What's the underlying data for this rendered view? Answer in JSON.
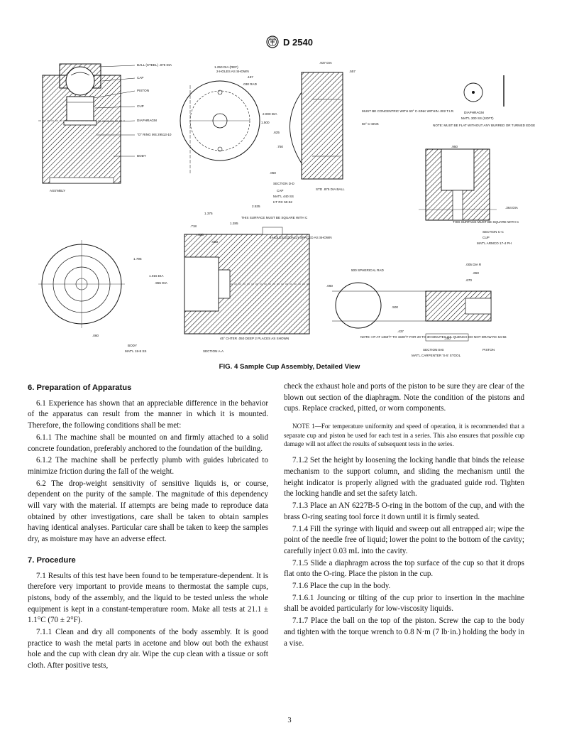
{
  "header": {
    "logo": "ASTM",
    "designation": "D 2540"
  },
  "figure": {
    "callouts": [
      "BALL (STEEL) .875 DIA",
      "CAP",
      "PISTON",
      "CUP",
      "DIAPHRAGM",
      "\"O\" RING MS 29513-10",
      "BODY"
    ],
    "assembly_label": "ASS'MBLY",
    "labels": {
      "section_dd": "SECTION D-D",
      "cap_title": "CAP",
      "cap_matl": "MAT'L 440 SS",
      "cap_hardness": "HT RC 50-52",
      "diaphragm_title": "DIAPHRAGM",
      "diaphragm_matl": "MAT'L 300 SS (SOFT)",
      "diaphragm_note": "NOTE: MUST BE FLAT WITHOUT ANY BURRED OR TURNED EDGE",
      "section_cc": "SECTION C-C",
      "cup_title": "CUP",
      "cup_matl": "MAT'L ARMCO 17-4 PH",
      "body_title": "BODY",
      "body_matl": "MAT'L 18-8 SS",
      "section_aa": "SECTION A-A",
      "section_bb": "SECTION B-B",
      "piston_title": "PISTON",
      "piston_matl": "MAT'L CARPENTER 'S-5' STOOL",
      "piston_note": "NOTE: HT AT 1450°F TO 1500°F FOR 20 TO 30 MINUTES OIL QUENCH DO NOT DRAW RC 54-56",
      "concentric_note": "MUST BE CONCENTRIC WITH 60° C-SINK WITHIN .002 T.I.R.",
      "square_note": "THIS SURFACE MUST BE SQUARE WITH C",
      "spherical_rad": "500 SPHERICAL RAD",
      "holes_note": "2-HOLES AS SHOWN",
      "four_holes": "4-HOLES EQUALLY SPACED AS SHOWN",
      "chfer_note": "45° CHTER .050 DEEP 2 PLACES AS SHOWN",
      "ball_dia": "STD .875 DIA BALL",
      "csink": "60° C-SINK",
      "dims": [
        "1.250 DIA (REF)",
        ".937 DIA",
        ".557",
        ".187",
        ".030 RAD",
        "2.000 DIA",
        "1.500",
        ".625",
        ".750",
        ".050",
        ".093",
        "2.535",
        "1.375",
        "1.285",
        ".718",
        ".620",
        ".955 DIA",
        "1.795",
        "1.015 DIA",
        ".250",
        ".670",
        ".500",
        ".437",
        ".364 DIA",
        ".005 DIA R",
        ".650",
        ".060",
        ".950"
      ]
    },
    "caption": "FIG. 4 Sample Cup Assembly, Detailed View"
  },
  "sections": {
    "prep_heading": "6. Preparation of Apparatus",
    "p6_1": "6.1 Experience has shown that an appreciable difference in the behavior of the apparatus can result from the manner in which it is mounted. Therefore, the following conditions shall be met:",
    "p6_1_1": "6.1.1 The machine shall be mounted on and firmly attached to a solid concrete foundation, preferably anchored to the foundation of the building.",
    "p6_1_2": "6.1.2 The machine shall be perfectly plumb with guides lubricated to minimize friction during the fall of the weight.",
    "p6_2": "6.2 The drop-weight sensitivity of sensitive liquids is, or course, dependent on the purity of the sample. The magnitude of this dependency will vary with the material. If attempts are being made to reproduce data obtained by other investigations, care shall be taken to obtain samples having identical analyses. Particular care shall be taken to keep the samples dry, as moisture may have an adverse effect.",
    "proc_heading": "7. Procedure",
    "p7_1": "7.1 Results of this test have been found to be temperature-dependent. It is therefore very important to provide means to thermostat the sample cups, pistons, body of the assembly, and the liquid to be tested unless the whole equipment is kept in a constant-temperature room. Make all tests at 21.1 ± 1.1°C (70 ± 2°F).",
    "p7_1_1": "7.1.1 Clean and dry all components of the body assembly. It is good practice to wash the metal parts in acetone and blow out both the exhaust hole and the cup with clean dry air. Wipe the cup clean with a tissue or soft cloth. After positive tests,",
    "p7_1_1_cont": "check the exhaust hole and ports of the piston to be sure they are clear of the blown out section of the diaphragm. Note the condition of the pistons and cups. Replace cracked, pitted, or worn components.",
    "note1": "NOTE 1—For temperature uniformity and speed of operation, it is recommended that a separate cup and piston be used for each test in a series. This also ensures that possible cup damage will not affect the results of subsequent tests in the series.",
    "p7_1_2": "7.1.2 Set the height by loosening the locking handle that binds the release mechanism to the support column, and sliding the mechanism until the height indicator is properly aligned with the graduated guide rod. Tighten the locking handle and set the safety latch.",
    "p7_1_3": "7.1.3 Place an AN 6227B-5 O-ring in the bottom of the cup, and with the brass O-ring seating tool force it down until it is firmly seated.",
    "p7_1_4": "7.1.4 Fill the syringe with liquid and sweep out all entrapped air; wipe the point of the needle free of liquid; lower the point to the bottom of the cavity; carefully inject 0.03 mL into the cavity.",
    "p7_1_5": "7.1.5 Slide a diaphragm across the top surface of the cup so that it drops flat onto the O-ring. Place the piston in the cup.",
    "p7_1_6": "7.1.6 Place the cup in the body.",
    "p7_1_6_1": "7.1.6.1 Jouncing or tilting of the cup prior to insertion in the machine shall be avoided particularly for low-viscosity liquids.",
    "p7_1_7": "7.1.7 Place the ball on the top of the piston. Screw the cap to the body and tighten with the torque wrench to 0.8 N·m (7 lb·in.) holding the body in a vise."
  },
  "page_number": "3"
}
